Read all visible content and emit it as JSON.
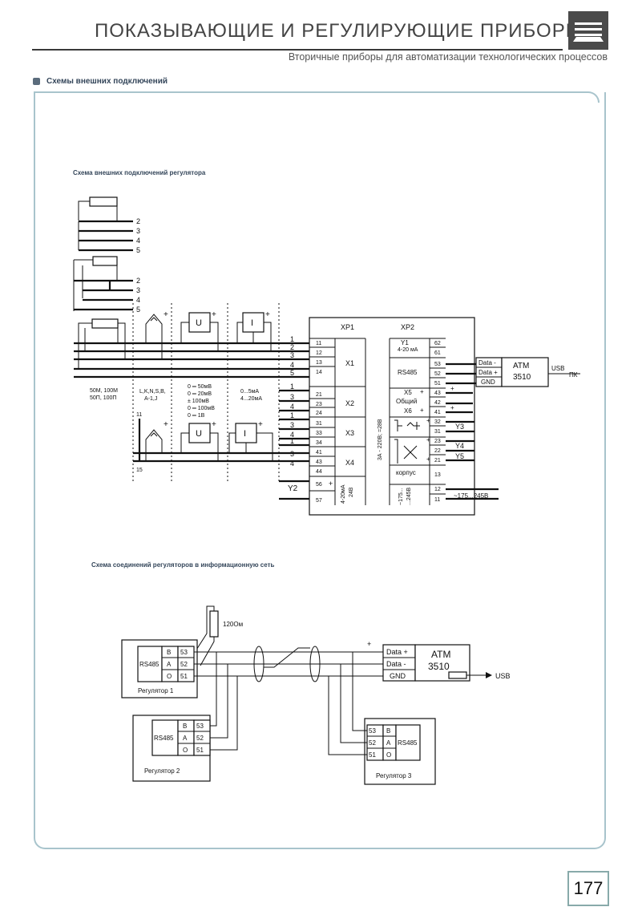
{
  "header": {
    "title": "ПОКАЗЫВАЮЩИЕ И РЕГУЛИРУЮЩИЕ ПРИБОРЫ",
    "subtitle": "Вторичные приборы для автоматизации технологических процессов"
  },
  "section": {
    "title": "Схемы внешних подключений"
  },
  "page_number": "177",
  "diagram1": {
    "caption": "Схема внешних подключений регулятора",
    "rtd_terminals": [
      "2",
      "3",
      "4",
      "5"
    ],
    "sensor_labels": {
      "rtd": [
        "50М, 100М",
        "50П, 100П"
      ],
      "tc": [
        "L,K,N,S,B,",
        "A-1,J"
      ],
      "u": [
        "0 ═ 50мВ",
        "0 ═ 20мВ",
        "± 100мВ",
        "0 ═ 100мВ",
        "0 ═ 1В"
      ],
      "i": [
        "0...5мА",
        "4...20мА"
      ]
    },
    "block_u": "U",
    "block_i": "I",
    "tc_terminal_top": "11",
    "tc_terminal_bottom": "15",
    "plus": "+",
    "input_wires_x1": [
      "1",
      "2",
      "3",
      "4",
      "5"
    ],
    "input_wires_x2": [
      "1",
      "3",
      "4"
    ],
    "input_wires_x3": [
      "1",
      "3",
      "4"
    ],
    "input_wires_x4": [
      "1",
      "3",
      "4"
    ],
    "y2_label": "Y2",
    "xp1": "XP1",
    "xp2": "XP2",
    "x1": {
      "label": "X1",
      "terms": [
        "11",
        "12",
        "13",
        "14"
      ]
    },
    "x2": {
      "label": "X2",
      "terms": [
        "21",
        "23",
        "24"
      ]
    },
    "x3": {
      "label": "X3",
      "terms": [
        "31",
        "33",
        "34"
      ]
    },
    "x4": {
      "label": "X4",
      "terms": [
        "41",
        "43",
        "44"
      ]
    },
    "y2_terms": [
      "56",
      "57"
    ],
    "y2_spec": [
      "4-20мА",
      "24В"
    ],
    "relay_spec": "3А - 220В; =28В",
    "right_terms": {
      "y1": {
        "label": "Y1",
        "sub": "4-20 мА",
        "terms": [
          "62",
          "61"
        ]
      },
      "rs485": {
        "label": "RS485",
        "terms": [
          "53",
          "52",
          "51"
        ]
      },
      "x5": {
        "label": "X5",
        "term": "43"
      },
      "common": {
        "label": "Общий",
        "term": "42"
      },
      "x6": {
        "label": "X6",
        "term": "41"
      },
      "relay1_terms": [
        "32",
        "31"
      ],
      "relay2_terms": [
        "23",
        "22",
        "21"
      ],
      "korpus": {
        "label": "корпус",
        "term": "13"
      },
      "power": {
        "spec": [
          "~175...",
          "...245В"
        ],
        "terms": [
          "12",
          "11"
        ]
      }
    },
    "outputs": [
      "Y3",
      "Y4",
      "Y5"
    ],
    "power_label": "~175...245В",
    "atm": {
      "rows": [
        "Data -",
        "Data +",
        "GND"
      ],
      "name": "ATM",
      "model": "3510",
      "usb": "USB",
      "pc": "ПК"
    }
  },
  "diagram2": {
    "caption": "Схема соединений регуляторов в информационную сеть",
    "resistor": "120Ом",
    "plus": "+",
    "atm": {
      "rows": [
        "Data +",
        "Data -",
        "GND"
      ],
      "name": "ATM",
      "model": "3510",
      "usb": "USB"
    },
    "reg1": {
      "iface": "RS485",
      "pins": [
        "B",
        "A",
        "O"
      ],
      "terms": [
        "53",
        "52",
        "51"
      ],
      "name": "Регулятор 1"
    },
    "reg2": {
      "iface": "RS485",
      "pins": [
        "B",
        "A",
        "O"
      ],
      "terms": [
        "53",
        "52",
        "51"
      ],
      "name": "Регулятор 2"
    },
    "reg3": {
      "iface": "RS485",
      "pins": [
        "B",
        "A",
        "O"
      ],
      "terms": [
        "53",
        "52",
        "51"
      ],
      "name": "Регулятор 3"
    }
  }
}
